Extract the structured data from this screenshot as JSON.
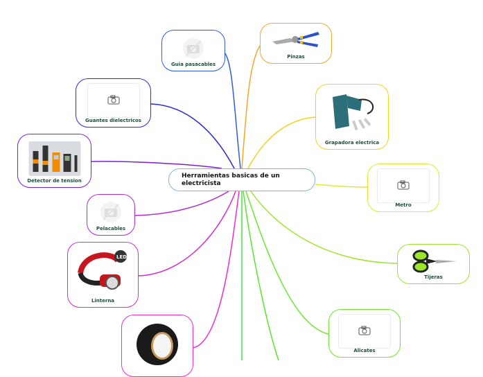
{
  "central_topic": {
    "label": "Herramientas basicas de un electricista",
    "border_color": "#7fb6d8"
  },
  "topics": [
    {
      "id": "guia",
      "label": "Guia pasacables",
      "color": "#2d5be3",
      "image": "broken-image-icon"
    },
    {
      "id": "pinzas",
      "label": "Pinzas",
      "color": "#f5a623",
      "image": "pliers-image"
    },
    {
      "id": "guantes",
      "label": "Guantes dielectricos",
      "color": "#2b2bd6",
      "image": "camera-placeholder-icon"
    },
    {
      "id": "grapadora",
      "label": "Grapadora electrica",
      "color": "#f2d21b",
      "image": "stapler-image"
    },
    {
      "id": "detector",
      "label": "Detector de tension",
      "color": "#7a1fd6",
      "image": "voltage-tester-image"
    },
    {
      "id": "metro",
      "label": "Metro",
      "color": "#d8ef2a",
      "image": "camera-placeholder-icon"
    },
    {
      "id": "pelacables",
      "label": "Pelacables",
      "color": "#b52ad8",
      "image": "broken-image-icon"
    },
    {
      "id": "tijeras",
      "label": "Tijeras",
      "color": "#9be52a",
      "image": "scissors-image"
    },
    {
      "id": "linterna",
      "label": "Linterna",
      "color": "#d62ad6",
      "image": "headlamp-image",
      "badge": "LED"
    },
    {
      "id": "alicates",
      "label": "Alicates",
      "color": "#6be82a",
      "image": "camera-placeholder-icon"
    },
    {
      "id": "cinta",
      "label": "",
      "color": "#f02ad0",
      "image": "insulating-tape-image"
    }
  ],
  "offscreen_branches": [
    {
      "color": "#3ee83a"
    },
    {
      "color": "#55e82a"
    }
  ]
}
